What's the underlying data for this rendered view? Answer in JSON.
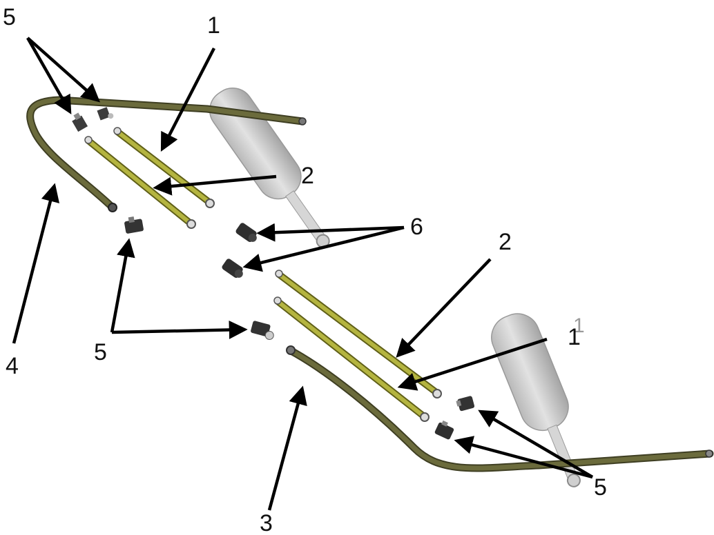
{
  "labels": {
    "five_top_left": "5",
    "one_top": "1",
    "two_upper": "2",
    "six": "6",
    "two_lower": "2",
    "one_lower": "1",
    "one_lower_faint": "1",
    "five_mid": "5",
    "four": "4",
    "three": "3",
    "five_bottom_right": "5"
  },
  "colors": {
    "hose": "#5a5a32",
    "hose_dark": "#3e3e22",
    "tube": "#a8a83a",
    "tube_dark": "#6e6e1e",
    "cylinder": "#c9c9c9",
    "cylinder_dark": "#9d9d9d",
    "fitting": "#3a3a3a"
  }
}
